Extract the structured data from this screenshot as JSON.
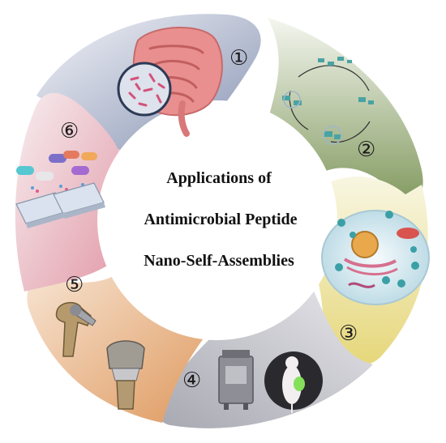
{
  "title_lines": [
    "Applications of",
    "Antimicrobial Peptide",
    "Nano-Self-Assemblies"
  ],
  "segments": [
    {
      "number": "①",
      "subject": "gut-microbiota",
      "color": "#8e99b8"
    },
    {
      "number": "②",
      "subject": "peptide-assembly-cycle",
      "color": "#8ea56e"
    },
    {
      "number": "③",
      "subject": "cell-uptake",
      "color": "#e9df8c"
    },
    {
      "number": "④",
      "subject": "in-vivo-imaging",
      "color": "#b5b5bd"
    },
    {
      "number": "⑤",
      "subject": "orthopedic-implants",
      "color": "#e2a36f"
    },
    {
      "number": "⑥",
      "subject": "drug-release-surfaces",
      "color": "#e4a9b3"
    }
  ],
  "icons": [
    "intestine-icon",
    "bacteria-magnifier-icon",
    "cycle-arrows-icon",
    "cell-icon",
    "imaging-chamber-icon",
    "mouse-icon",
    "hip-implant-icon",
    "knee-implant-icon",
    "capsule-icon",
    "membrane-icon"
  ]
}
